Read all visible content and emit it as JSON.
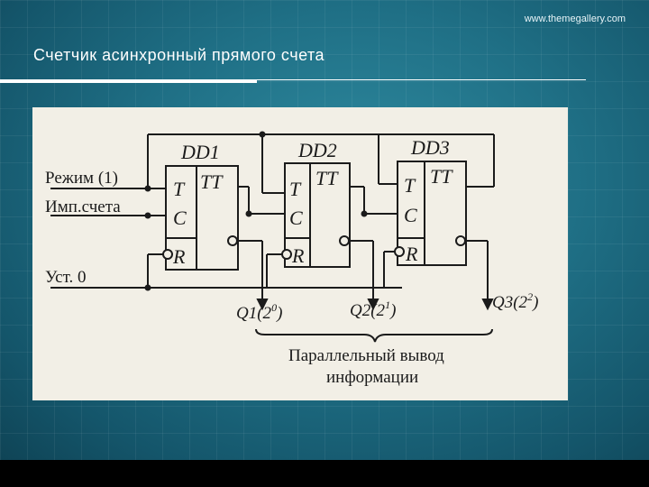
{
  "header": {
    "site_url": "www.themegallery.com",
    "title": "Счетчик асинхронный прямого счета"
  },
  "diagram": {
    "inputs": {
      "mode": "Режим (1)",
      "pulses": "Имп.счета",
      "reset": "Уст. 0"
    },
    "triggers": [
      {
        "name": "DD1",
        "type": "TT",
        "t": "T",
        "c": "C",
        "r": "R"
      },
      {
        "name": "DD2",
        "type": "TT",
        "t": "T",
        "c": "C",
        "r": "R"
      },
      {
        "name": "DD3",
        "type": "TT",
        "t": "T",
        "c": "C",
        "r": "R"
      }
    ],
    "outputs": [
      {
        "label": "Q1",
        "base": "(2",
        "exp": "0",
        "close": ")"
      },
      {
        "label": "Q2",
        "base": "(2",
        "exp": "1",
        "close": ")"
      },
      {
        "label": "Q3",
        "base": "(2",
        "exp": "2",
        "close": ")"
      }
    ],
    "caption_line1": "Параллельный вывод",
    "caption_line2": "информации"
  }
}
